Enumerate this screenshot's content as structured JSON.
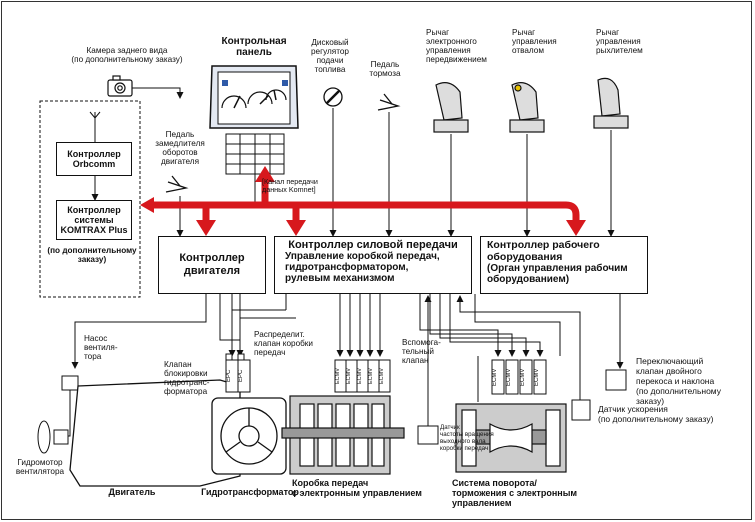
{
  "colors": {
    "arrow_red": "#d7181d",
    "line": "#111111",
    "panel_blue": "#2f5aa8"
  },
  "labels": {
    "camera": "Камера заднего вида\n(по дополнительному заказу)",
    "control_panel": "Контрольная\nпанель",
    "fuel_dial": "Дисковый\nрегулятор\nподачи\nтоплива",
    "brake_pedal": "Педаль\nтормоза",
    "travel_lever": "Рычаг\nэлектронного\nуправления\nпередвижением",
    "blade_lever": "Рычаг\nуправления\nотвалом",
    "ripper_lever": "Рычаг\nуправления\nрыхлителем",
    "decel_pedal": "Педаль\nзамедлителя\nоборотов\nдвигателя",
    "komnet": "[Канал передачи\nданных Komnet]",
    "optional_order": "(по дополнительному\nзаказу)",
    "fan_pump": "Насос\nвентиля-\nтора",
    "lockup_valve": "Клапан\nблокировки\nгидротранс-\nформатора",
    "trans_valve": "Распределит.\nклапан коробки\nпередач",
    "aux_valve": "Вспомога-\nтельный\nклапан",
    "tilt_valve": "Переключающий\nклапан двойного\nперекоса и наклона\n(по дополнительному\nзаказу)",
    "accel_sensor": "Датчик ускорения\n(по дополнительному заказу)",
    "speed_sensor": "Датчик\nчастоты вращения\nвыходного вала\nкоробки передач",
    "fan_motor": "Гидромотор\nвентилятора",
    "engine": "Двигатель",
    "torque_converter": "Гидротрансформатор",
    "gearbox": "Коробка передач\nс электронным управлением",
    "steering": "Система поворота/\nторможения с электронным\nуправлением"
  },
  "boxes": {
    "orbcomm": "Контроллер\nOrbcomm",
    "komtrax": "Контроллер\nсистемы\nKOMTRAX Plus",
    "engine_ctrl": "Контроллер\nдвигателя",
    "power_title": "Контроллер силовой передачи",
    "power_body": "Управление коробкой передач,\nгидротрансформатором,\nрулевым механизмом",
    "work_title": "Контроллер рабочего\nоборудования",
    "work_body": "(Орган управления рабочим\nоборудованием)"
  },
  "valve_tags": {
    "epc": "EPC",
    "ecmv": "ECMV"
  }
}
